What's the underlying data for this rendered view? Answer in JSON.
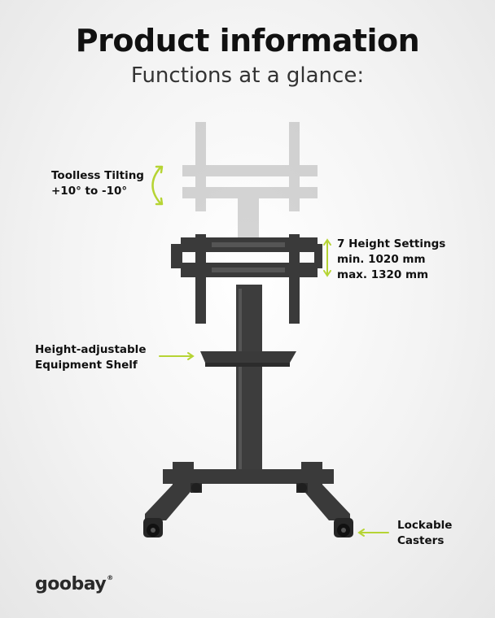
{
  "header": {
    "title": "Product information",
    "subtitle": "Functions at a glance:"
  },
  "callouts": {
    "tilting": {
      "line1": "Toolless Tilting",
      "line2": "+10° to -10°"
    },
    "height": {
      "line1": "7 Height Settings",
      "line2": "min. 1020 mm",
      "line3": "max. 1320 mm"
    },
    "shelf": {
      "line1": "Height-adjustable",
      "line2": "Equipment Shelf"
    },
    "casters": {
      "line1": "Lockable",
      "line2": "Casters"
    }
  },
  "brand": {
    "logo_text": "goobay",
    "registered": "®"
  },
  "colors": {
    "accent": "#b6d434",
    "metal": "#3a3a3a",
    "ghost": "#c8c8c8"
  },
  "icons": [
    "tilt-arrow-icon",
    "height-arrow-icon",
    "shelf-arrow-icon",
    "caster-arrow-icon"
  ]
}
